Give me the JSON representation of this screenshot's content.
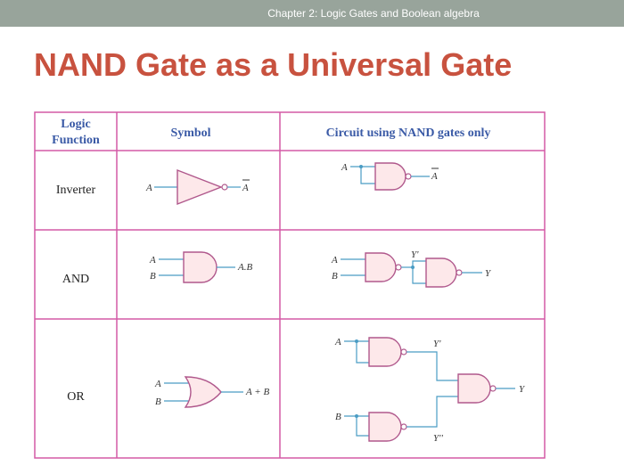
{
  "header": {
    "chapter": "Chapter 2: Logic Gates and Boolean algebra"
  },
  "title": "NAND Gate as a Universal Gate",
  "table": {
    "headers": {
      "logic_line1": "Logic",
      "logic_line2": "Function",
      "symbol": "Symbol",
      "circuit": "Circuit using NAND gates only"
    },
    "rows": [
      {
        "function": "Inverter"
      },
      {
        "function": "AND"
      },
      {
        "function": "OR"
      }
    ]
  },
  "signals": {
    "a": "A",
    "b": "B",
    "not_a": "A",
    "and_out": "A.B",
    "or_out": "A + B",
    "y": "Y",
    "y_prime": "Y'",
    "y_dprime": "Y''"
  },
  "colors": {
    "title": "#c8523f",
    "header_text": "#3a5aa6",
    "grid": "#d45aa6",
    "gate_fill": "#fde8ea",
    "wire": "#58a6c8",
    "gate_stroke": "#b0588c"
  }
}
